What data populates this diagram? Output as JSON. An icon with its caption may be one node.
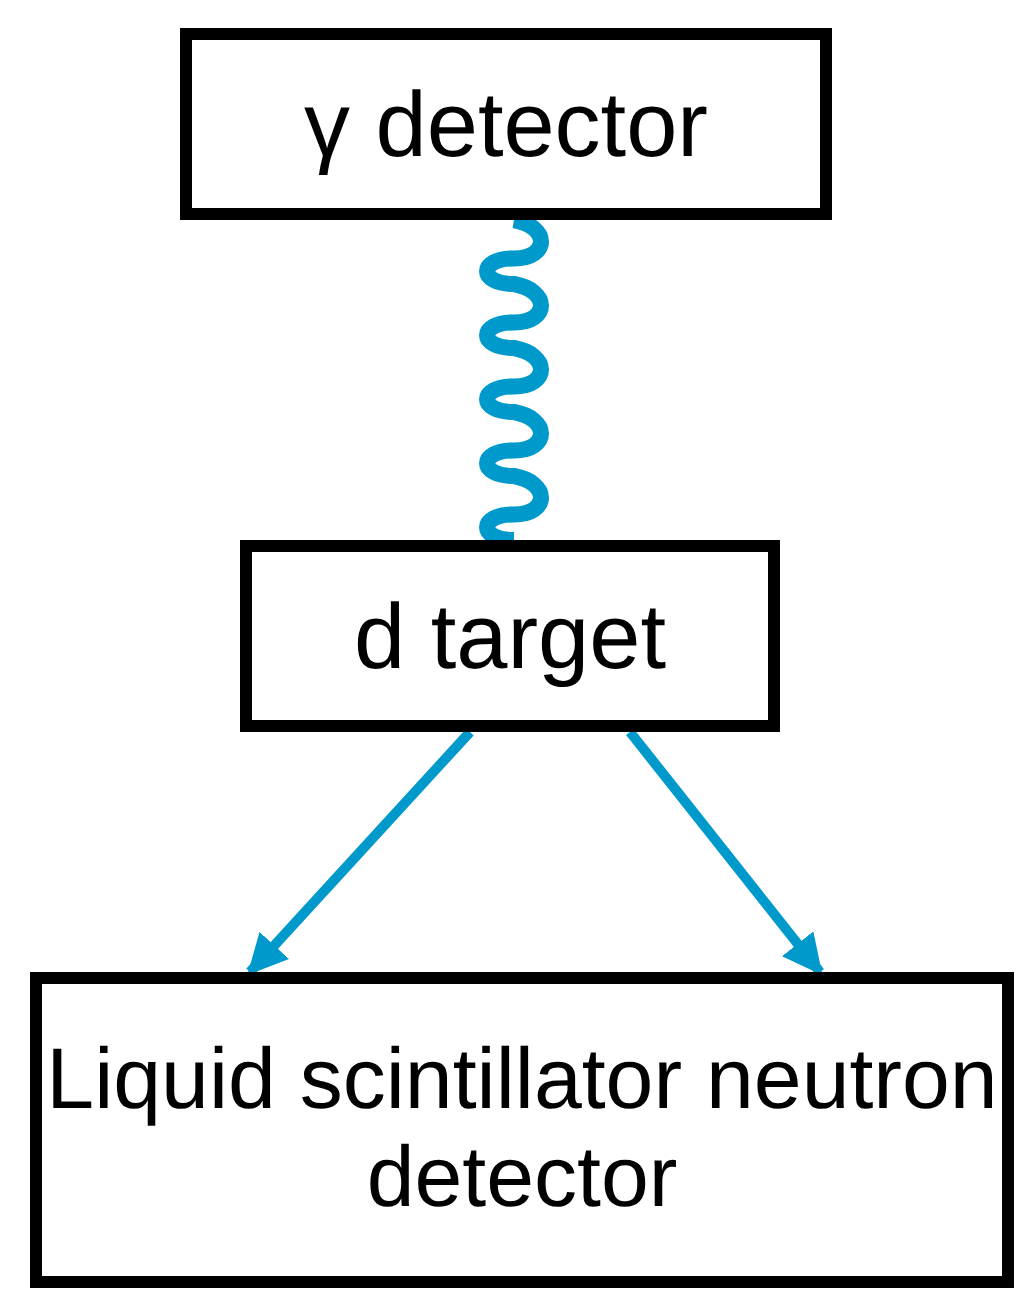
{
  "diagram": {
    "nodes": [
      {
        "text": [
          "γ detector"
        ]
      },
      {
        "text": [
          "d target"
        ]
      },
      {
        "text": [
          "Liquid scintillator neutron detector"
        ]
      }
    ],
    "edges": [
      {
        "from": 0,
        "to": 1,
        "arrow": "none"
      },
      {
        "from": 1,
        "to": 2,
        "arrow": "to"
      },
      {
        "from": 1,
        "to": 2,
        "arrow": "to"
      }
    ]
  }
}
